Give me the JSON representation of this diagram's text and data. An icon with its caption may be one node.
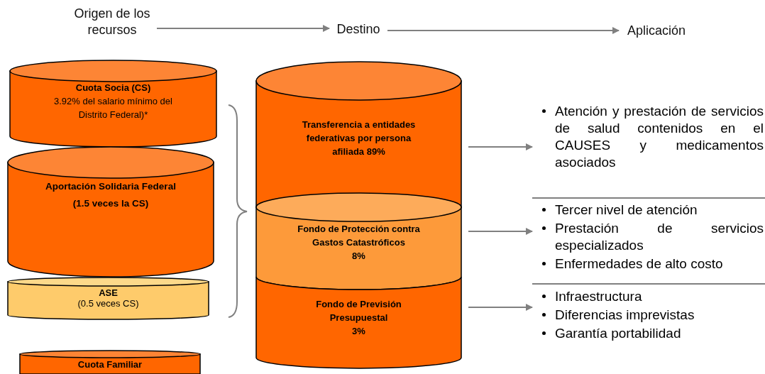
{
  "diagram": {
    "nodes": [
      {
        "text": [
          "Origen de los recursos"
        ]
      },
      {
        "text": [
          "Destino"
        ]
      },
      {
        "text": [
          "Aplicación"
        ]
      },
      {
        "text": [
          "Cuota Socia (CS)",
          "3.92% del salario mínimo del Distrito Federal)*"
        ]
      },
      {
        "text": [
          "Aportación Solidaria Federal (1.5 veces la CS)"
        ]
      },
      {
        "text": [
          "ASE",
          "(0.5 veces CS)"
        ]
      },
      {
        "text": [
          "Cuota Familiar"
        ]
      },
      {
        "text": [
          "Transferencia a entidades federativas por persona afiliada 89%"
        ]
      },
      {
        "text": [
          "Fondo de Protección contra Gastos Catastróficos",
          "8%"
        ]
      },
      {
        "text": [
          "Fondo de Previsión Presupuestal",
          "3%"
        ]
      },
      {
        "text": [
          "Atención y prestación de servicios de salud contenidos en el CAUSES y medicamentos asociados"
        ]
      },
      {
        "text": [
          "Tercer nivel de atención",
          "Prestación de servicios especializados",
          "Enfermedades de alto costo"
        ]
      },
      {
        "text": [
          "Infraestructura",
          "Diferencias imprevistas",
          "Garantía portabilidad"
        ]
      }
    ],
    "edges": [
      {
        "from": 0,
        "to": 1,
        "arrow": "to"
      },
      {
        "from": 1,
        "to": 2,
        "arrow": "to"
      },
      {
        "from": 7,
        "to": 10,
        "arrow": "to"
      },
      {
        "from": 8,
        "to": 11,
        "arrow": "to"
      },
      {
        "from": 9,
        "to": 12,
        "arrow": "to"
      }
    ]
  }
}
